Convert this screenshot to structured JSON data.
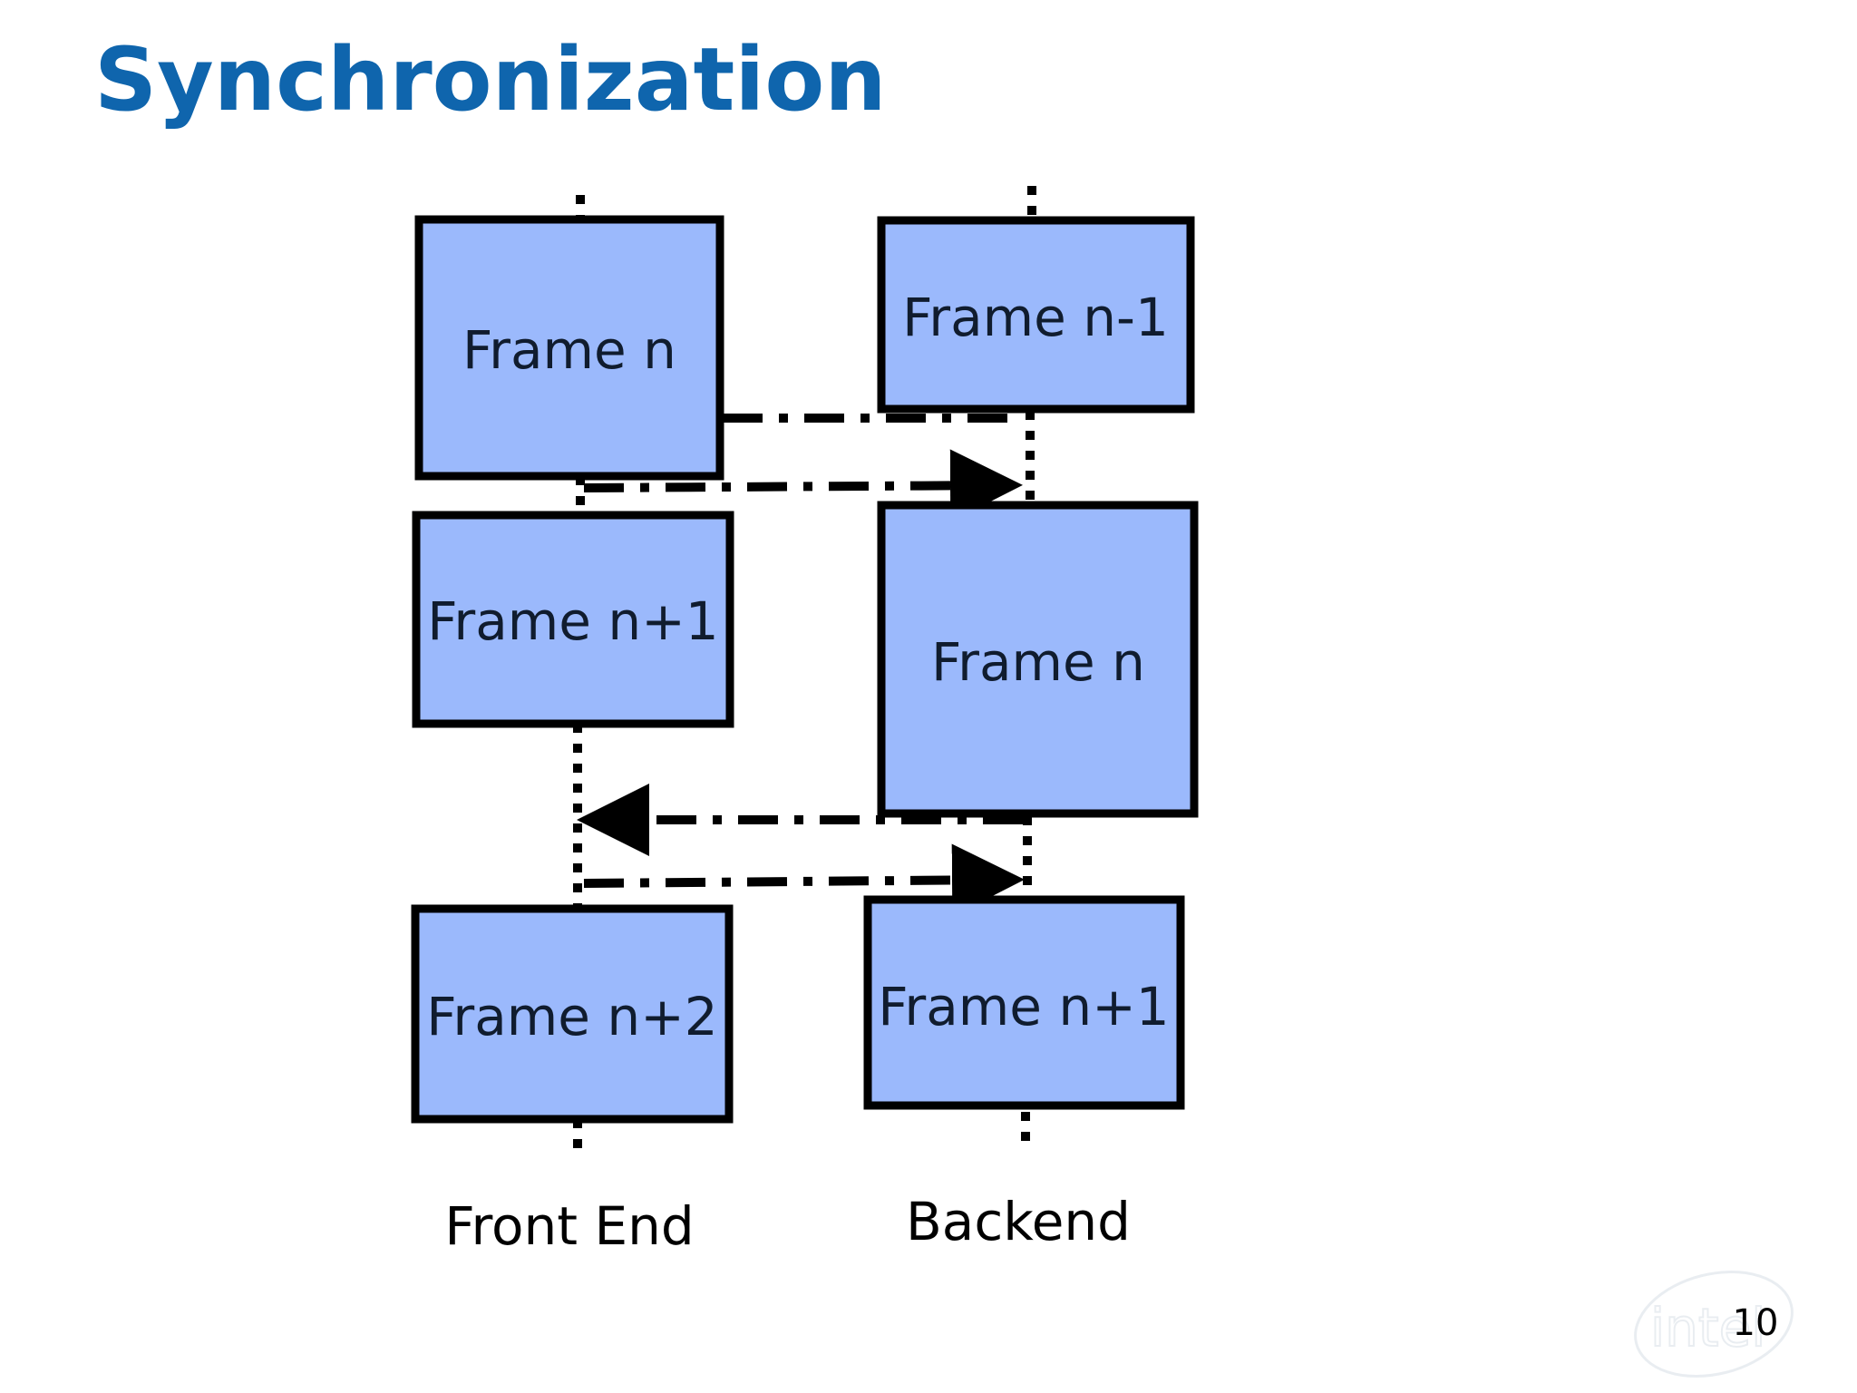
{
  "slide": {
    "title": "Synchronization",
    "page_number": "10"
  },
  "colors": {
    "title": "#0f65ad",
    "box_fill": "#9bb9fc",
    "box_stroke": "#000000",
    "label_text": "#101c2e"
  },
  "columns": {
    "front_end": "Front End",
    "backend": "Backend"
  },
  "front_end_frames": [
    "Frame n",
    "Frame n+1",
    "Frame n+2"
  ],
  "backend_frames": [
    "Frame n-1",
    "Frame n",
    "Frame n+1"
  ],
  "sync_arrows": [
    {
      "from": "Frame n",
      "to": "Backend",
      "direction": "front-end-to-backend"
    },
    {
      "from": "Backend",
      "to": "Front End",
      "direction": "backend-to-front-end"
    },
    {
      "from": "Frame n+1",
      "to": "Backend",
      "direction": "front-end-to-backend"
    }
  ],
  "icons": {
    "watermark": "intel-logo-icon"
  }
}
